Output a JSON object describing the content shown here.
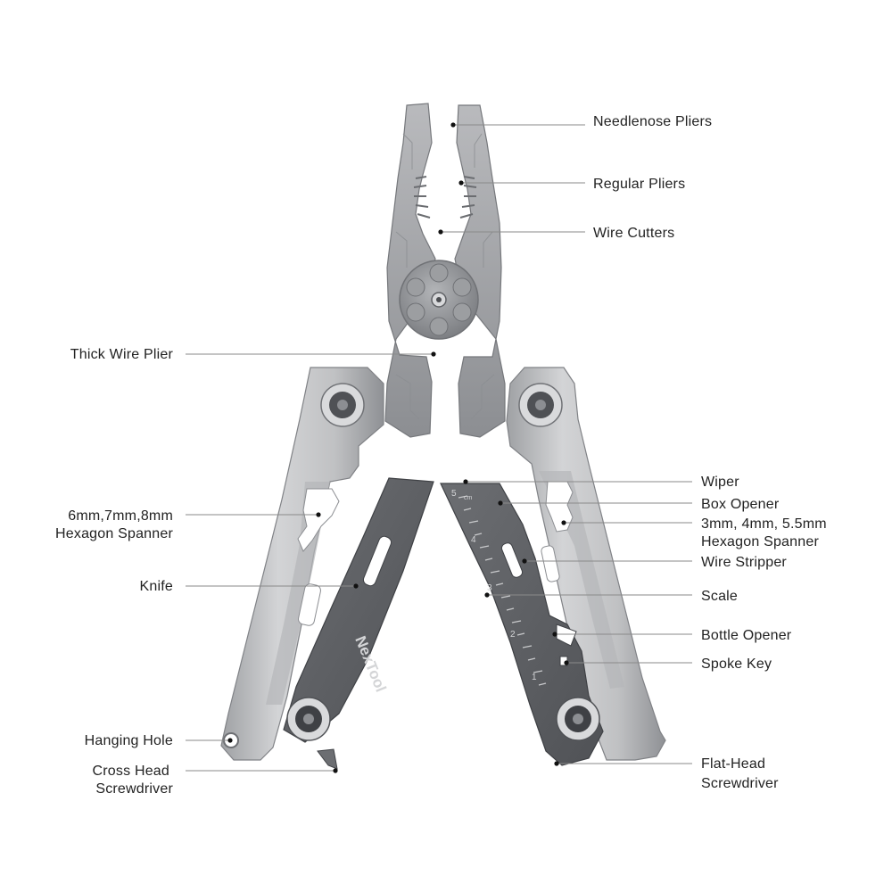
{
  "brand_text": "NexTool",
  "scale_marks": [
    "5",
    "4",
    "3",
    "2",
    "1"
  ],
  "scale_unit": "cm",
  "colors": {
    "steel_light": "#c4c5c7",
    "steel_mid": "#a7a9ac",
    "steel_dark": "#7d7f83",
    "blade_dark": "#5d5f63",
    "label_text": "#222222",
    "leader_line": "#8a8a8a"
  },
  "labels": {
    "needlenose_pliers": "Needlenose Pliers",
    "regular_pliers": "Regular Pliers",
    "wire_cutters": "Wire Cutters",
    "thick_wire_plier": "Thick Wire Plier",
    "wiper": "Wiper",
    "box_opener": "Box Opener",
    "hex_spanner_small_1": "3mm, 4mm, 5.5mm",
    "hex_spanner_small_2": "Hexagon Spanner",
    "hex_spanner_large_1": "6mm,7mm,8mm",
    "hex_spanner_large_2": "Hexagon Spanner",
    "wire_stripper": "Wire Stripper",
    "knife": "Knife",
    "scale": "Scale",
    "bottle_opener": "Bottle Opener",
    "spoke_key": "Spoke Key",
    "hanging_hole": "Hanging Hole",
    "cross_head_1": "Cross Head",
    "cross_head_2": "Screwdriver",
    "flat_head_1": "Flat-Head",
    "flat_head_2": "Screwdriver"
  }
}
